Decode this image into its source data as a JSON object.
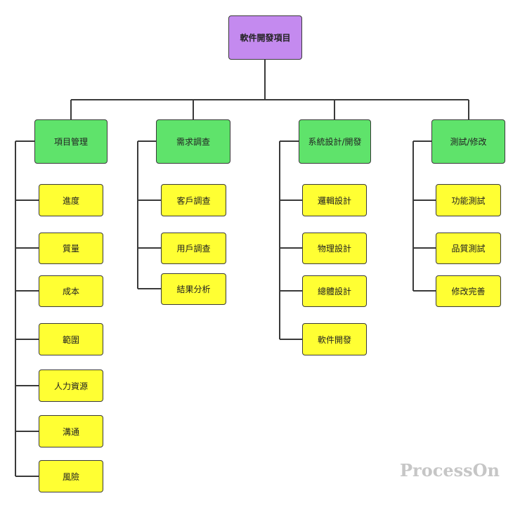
{
  "root": {
    "label": "軟件開發項目"
  },
  "categories": [
    {
      "label": "項目管理",
      "tasks": [
        "進度",
        "質量",
        "成本",
        "範圍",
        "人力資源",
        "溝通",
        "風險"
      ]
    },
    {
      "label": "需求調查",
      "tasks": [
        "客戶調查",
        "用戶調查",
        "結果分析"
      ]
    },
    {
      "label": "系統設計/開發",
      "tasks": [
        "邏輯設計",
        "物理設計",
        "總體設計",
        "軟件開發"
      ]
    },
    {
      "label": "測試/修改",
      "tasks": [
        "功能測試",
        "品質測試",
        "修改完善"
      ]
    }
  ],
  "colors": {
    "root_fill": "#c48aef",
    "category_fill": "#5fe36b",
    "task_fill": "#ffff33",
    "border": "#3a3a3a"
  },
  "watermark": "ProcessOn"
}
